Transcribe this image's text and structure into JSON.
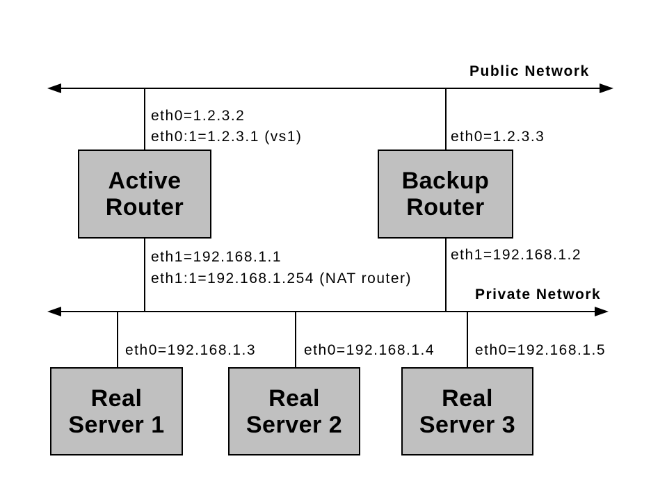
{
  "colors": {
    "background": "#ffffff",
    "line": "#000000",
    "node_fill": "#c0c0c0",
    "node_border": "#000000",
    "text": "#000000"
  },
  "networks": {
    "public": {
      "label": "Public Network"
    },
    "private": {
      "label": "Private Network"
    }
  },
  "routers": {
    "active": {
      "name_line1": "Active",
      "name_line2": "Router",
      "public_if_1": "eth0=1.2.3.2",
      "public_if_2": "eth0:1=1.2.3.1 (vs1)",
      "private_if_1": "eth1=192.168.1.1",
      "private_if_2": "eth1:1=192.168.1.254 (NAT router)"
    },
    "backup": {
      "name_line1": "Backup",
      "name_line2": "Router",
      "public_if": "eth0=1.2.3.3",
      "private_if": "eth1=192.168.1.2"
    }
  },
  "servers": [
    {
      "name_line1": "Real",
      "name_line2": "Server 1",
      "if": "eth0=192.168.1.3"
    },
    {
      "name_line1": "Real",
      "name_line2": "Server 2",
      "if": "eth0=192.168.1.4"
    },
    {
      "name_line1": "Real",
      "name_line2": "Server 3",
      "if": "eth0=192.168.1.5"
    }
  ]
}
